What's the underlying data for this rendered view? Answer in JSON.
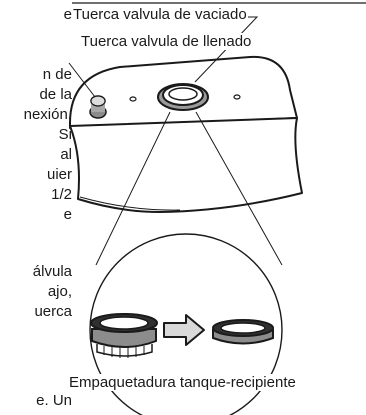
{
  "body_text_fragments": [
    "e",
    "n  de",
    "de la",
    "nexión.",
    "Si",
    "al",
    "uier",
    "1/2",
    "e",
    "",
    "álvula",
    "ajo,",
    "uerca",
    "e. Un"
  ],
  "callouts": {
    "drain_valve_nut": "Tuerca valvula de vaciado",
    "fill_valve_nut": "Tuerca valvula de llenado",
    "tank_bowl_gasket": "Empaquetadura tanque-recipiente"
  },
  "colors": {
    "ink": "#1a1a1a",
    "paper": "#ffffff",
    "shade": "#8c8c8c",
    "arrow_fill": "#d9d9d9"
  }
}
